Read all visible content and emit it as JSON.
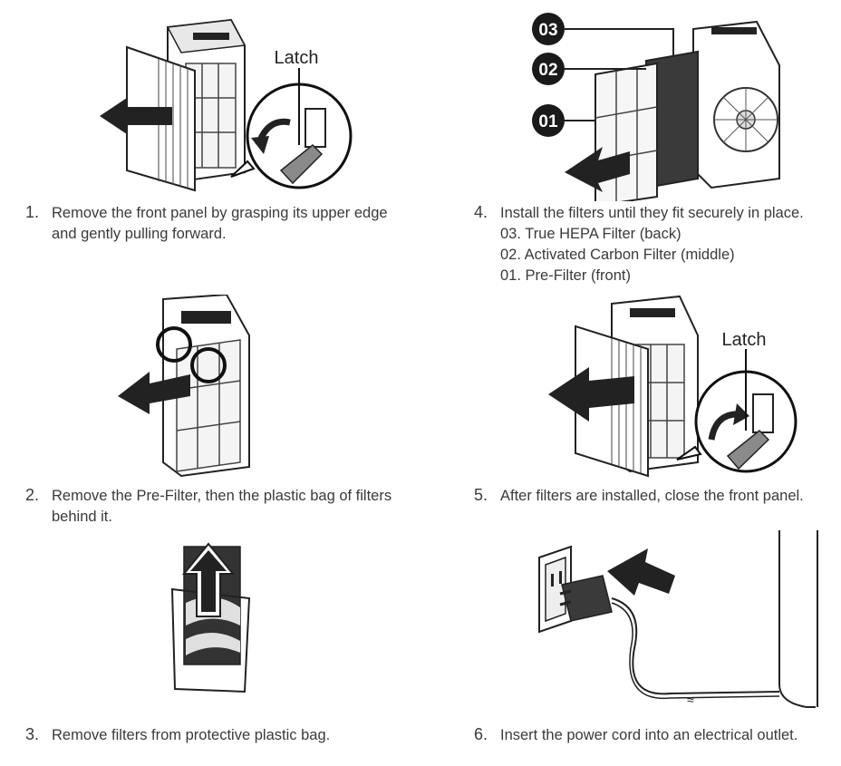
{
  "steps": [
    {
      "number": "1.",
      "text": "Remove the front panel by grasping its upper edge and gently pulling forward.",
      "callout": "Latch"
    },
    {
      "number": "2.",
      "text": "Remove the Pre-Filter, then the plastic bag of filters behind it."
    },
    {
      "number": "3.",
      "text": "Remove filters from protective plastic bag."
    },
    {
      "number": "4.",
      "text": "Install the filters until they fit securely in place.",
      "sub_items": [
        "03. True HEPA Filter (back)",
        "02. Activated Carbon Filter (middle)",
        "01. Pre-Filter (front)"
      ],
      "badges": [
        "03",
        "02",
        "01"
      ]
    },
    {
      "number": "5.",
      "text": "After filters are installed, close the front panel.",
      "callout": "Latch"
    },
    {
      "number": "6.",
      "text": "Insert the power cord into an electrical outlet."
    }
  ]
}
